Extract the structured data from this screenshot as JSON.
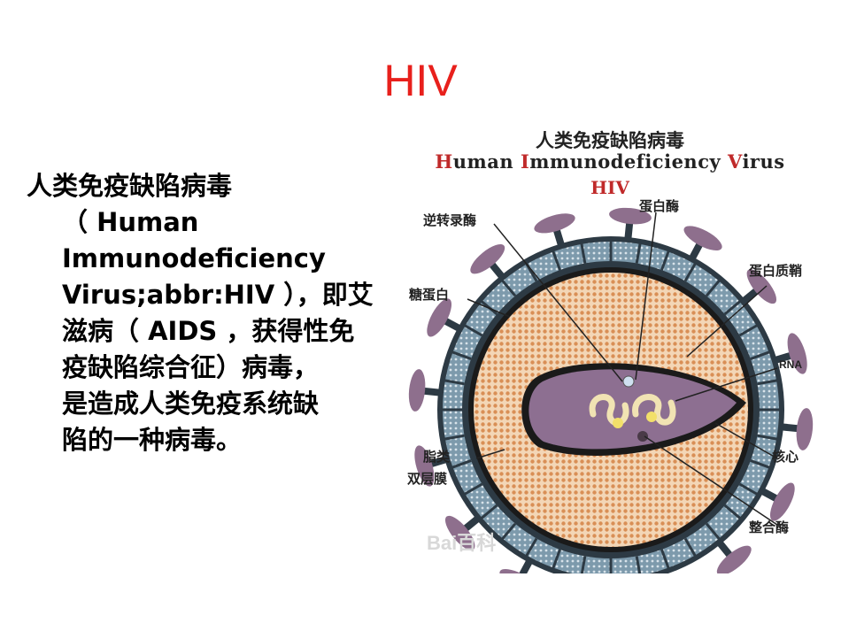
{
  "slide": {
    "title": "HIV",
    "body_lines": [
      "人类免疫缺陷病毒",
      "（ Human",
      "Immunodeficiency",
      "Virus;abbr:HIV ），即艾",
      "滋病（ AIDS ，获得性免",
      "疫缺陷综合征）病毒，",
      "是造成人类免疫系统缺",
      "陷的一种病毒。"
    ]
  },
  "figure": {
    "title_cn": "人类免疫缺陷病毒",
    "title_en_parts": [
      "H",
      "uman ",
      "I",
      "mmunodeficiency ",
      "V",
      "irus"
    ],
    "title_short": "HIV",
    "labels": {
      "reverse_transcriptase": "逆转录酶",
      "protease": "蛋白酶",
      "capsid": "蛋白质鞘",
      "glycoprotein": "糖蛋白",
      "rna": "RNA",
      "lipid_1": "脂类",
      "lipid_2": "双层膜",
      "core": "核心",
      "integrase": "整合酶"
    },
    "watermark": "Bai百科"
  },
  "colors": {
    "title": "#e8201c",
    "membrane": "#5b7b8f",
    "spike": "#8e6f8d",
    "capsid": "#e9b98c",
    "core": "#8d6f91"
  }
}
